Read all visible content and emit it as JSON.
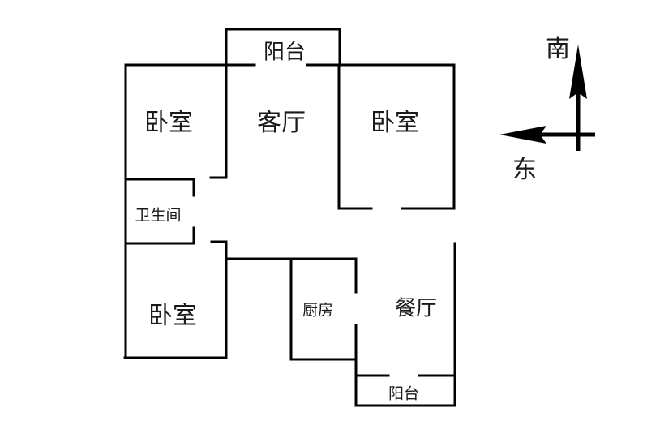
{
  "rooms": {
    "balcony_north": "阳台",
    "bedroom_nw": "卧室",
    "living_room": "客厅",
    "bedroom_ne": "卧室",
    "bathroom": "卫生间",
    "bedroom_sw": "卧室",
    "kitchen": "厨房",
    "dining_room": "餐厅",
    "balcony_south": "阳台"
  },
  "compass": {
    "south": "南",
    "east": "东"
  },
  "colors": {
    "wall": "#000000",
    "background": "#ffffff"
  }
}
